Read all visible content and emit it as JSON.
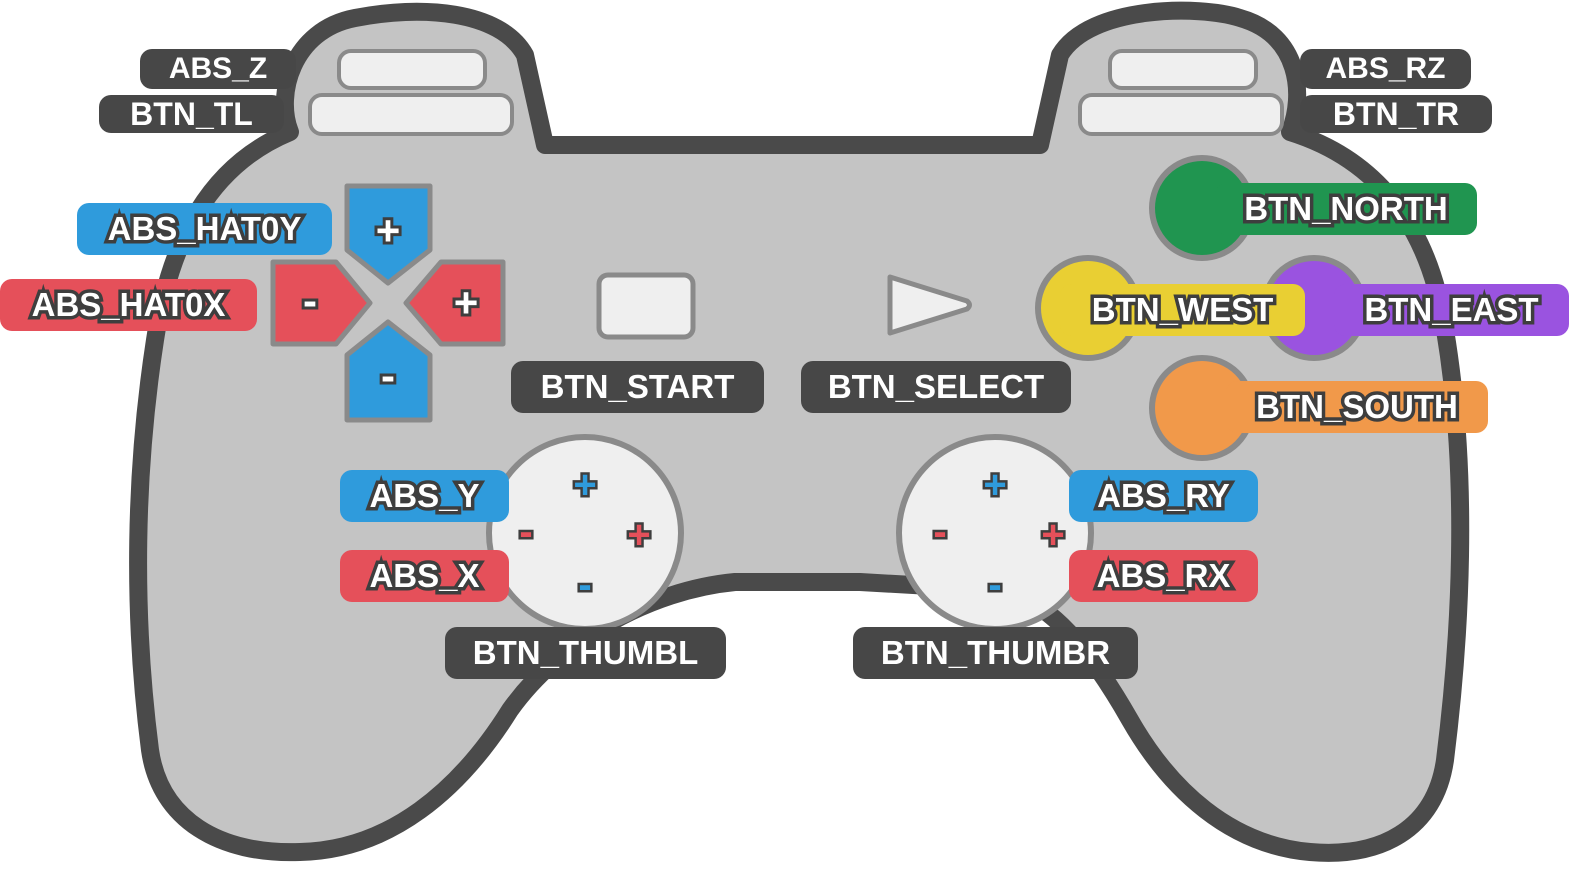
{
  "colors": {
    "outline": "#4a4a4a",
    "body": "#c4c4c4",
    "inner": "#efefef",
    "dark_label": "#474747",
    "blue": "#2f9bdc",
    "red": "#e5505a",
    "green": "#209550",
    "yellow": "#e9cf33",
    "purple": "#9a53e0",
    "orange": "#f1994a"
  },
  "icons": {
    "dpad": "dpad-cross-icon",
    "start": "start-rectangle-icon",
    "select": "select-triangle-icon",
    "stick": "thumbstick-circle-icon"
  },
  "labels": {
    "abs_z": "ABS_Z",
    "btn_tl": "BTN_TL",
    "abs_rz": "ABS_RZ",
    "btn_tr": "BTN_TR",
    "abs_hat0y": "ABS_HAT0Y",
    "abs_hat0x": "ABS_HAT0X",
    "btn_start": "BTN_START",
    "btn_select": "BTN_SELECT",
    "btn_north": "BTN_NORTH",
    "btn_west": "BTN_WEST",
    "btn_east": "BTN_EAST",
    "btn_south": "BTN_SOUTH",
    "abs_y": "ABS_Y",
    "abs_x": "ABS_X",
    "abs_ry": "ABS_RY",
    "abs_rx": "ABS_RX",
    "btn_thumbl": "BTN_THUMBL",
    "btn_thumbr": "BTN_THUMBR"
  },
  "signs": {
    "plus": "+",
    "minus": "-"
  }
}
